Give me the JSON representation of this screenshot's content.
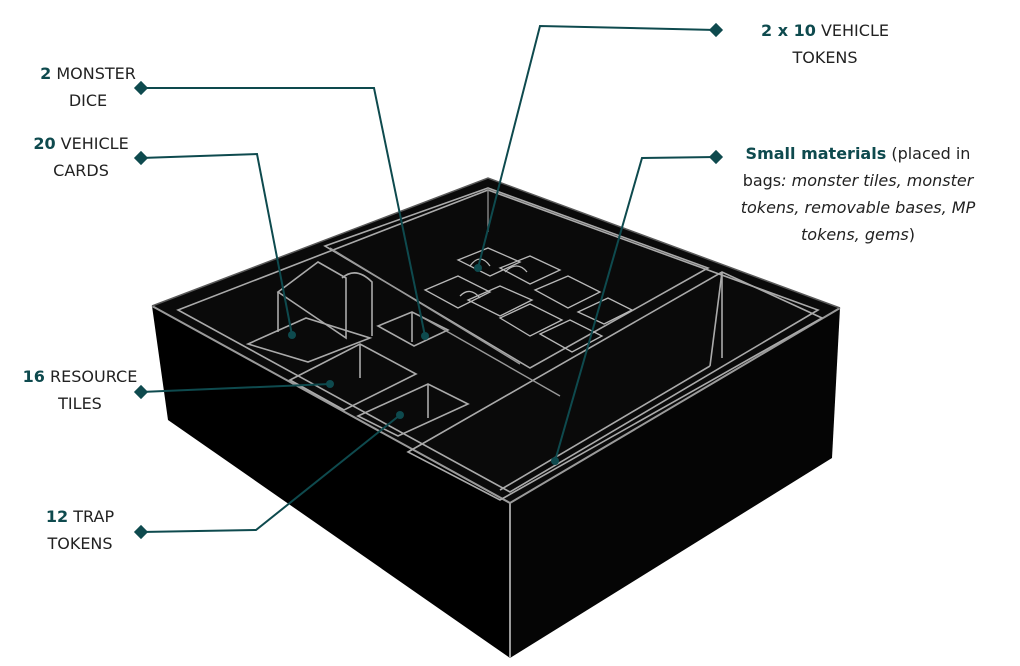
{
  "colors": {
    "leader": "#0e4a4e",
    "box_top": "#0a0a0a",
    "box_side": "#000000",
    "wall": "#a9a9a9",
    "number": "#0e4a4e",
    "text": "#222222"
  },
  "labels": {
    "monster_dice": {
      "num": "2",
      "line1": "MONSTER",
      "line2": "DICE"
    },
    "vehicle_cards": {
      "num": "20",
      "line1": "VEHICLE",
      "line2": "CARDS"
    },
    "vehicle_tokens": {
      "num": "2 x 10",
      "line1": "VEHICLE",
      "line2": "TOKENS"
    },
    "resource_tiles": {
      "num": "16",
      "line1": "RESOURCE",
      "line2": "TILES"
    },
    "trap_tokens": {
      "num": "12",
      "line1": "TRAP",
      "line2": "TOKENS"
    },
    "small_materials": {
      "bold": "Small materials",
      "part1": " (placed in bags",
      "italic": ": monster tiles, monster tokens, removable bases, MP tokens, gems",
      "part2": ")"
    }
  }
}
